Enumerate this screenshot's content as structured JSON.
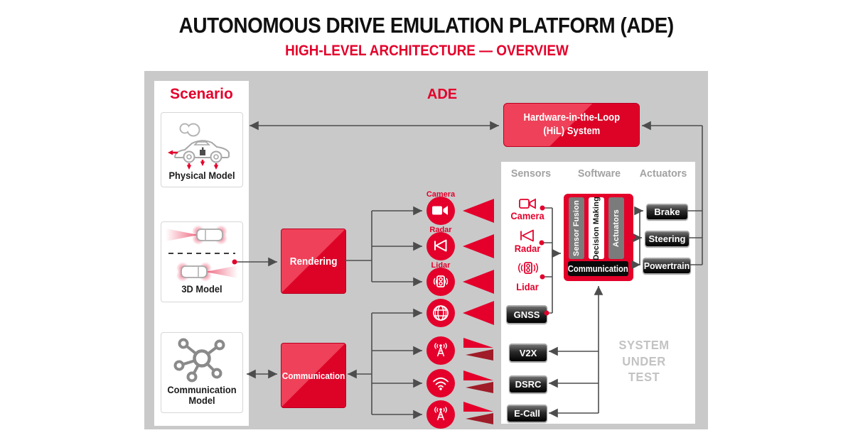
{
  "title": {
    "main": "AUTONOMOUS DRIVE EMULATION PLATFORM (ADE)",
    "subtitle": "HIGH-LEVEL ARCHITECTURE — OVERVIEW"
  },
  "colors": {
    "accent_red": "#e4002b",
    "dark_red_triangle": "#9f1c28",
    "panel_gray": "#c9c9c9",
    "line_gray": "#4d4d4d",
    "muted_header_gray": "#a2a2a2",
    "watermark_gray": "#c3c3c3"
  },
  "scenario": {
    "heading": "Scenario",
    "cards": [
      {
        "label": "Physical Model",
        "icon": "car-side-icon"
      },
      {
        "label": "3D Model",
        "icon": "cars-topview-icon"
      },
      {
        "label": "Communication Model",
        "icon": "network-hub-icon"
      }
    ]
  },
  "ade": {
    "heading": "ADE",
    "rendering": "Rendering",
    "communication": "Communication",
    "channel_labels": [
      "Camera",
      "Radar",
      "Lidar"
    ],
    "channel_icons": [
      "video-camera-icon",
      "radar-icon",
      "lidar-icon",
      "globe-icon",
      "radio-tower-icon",
      "wifi-icon",
      "radio-tower-icon"
    ]
  },
  "hil": {
    "label_line1": "Hardware-in-the-Loop",
    "label_line2": "(HiL) System"
  },
  "sut": {
    "columns": [
      "Sensors",
      "Software",
      "Actuators"
    ],
    "sensors": [
      "Camera",
      "Radar",
      "Lidar"
    ],
    "gnss": "GNSS",
    "software_stack": [
      "Sensor Fusion",
      "Decision Making",
      "Actuators"
    ],
    "software_comm": "Communication",
    "actuators": [
      "Brake",
      "Steering",
      "Powertrain"
    ],
    "comm_modules": [
      "V2X",
      "DSRC",
      "E-Call"
    ],
    "watermark": [
      "SYSTEM",
      "UNDER",
      "TEST"
    ]
  }
}
